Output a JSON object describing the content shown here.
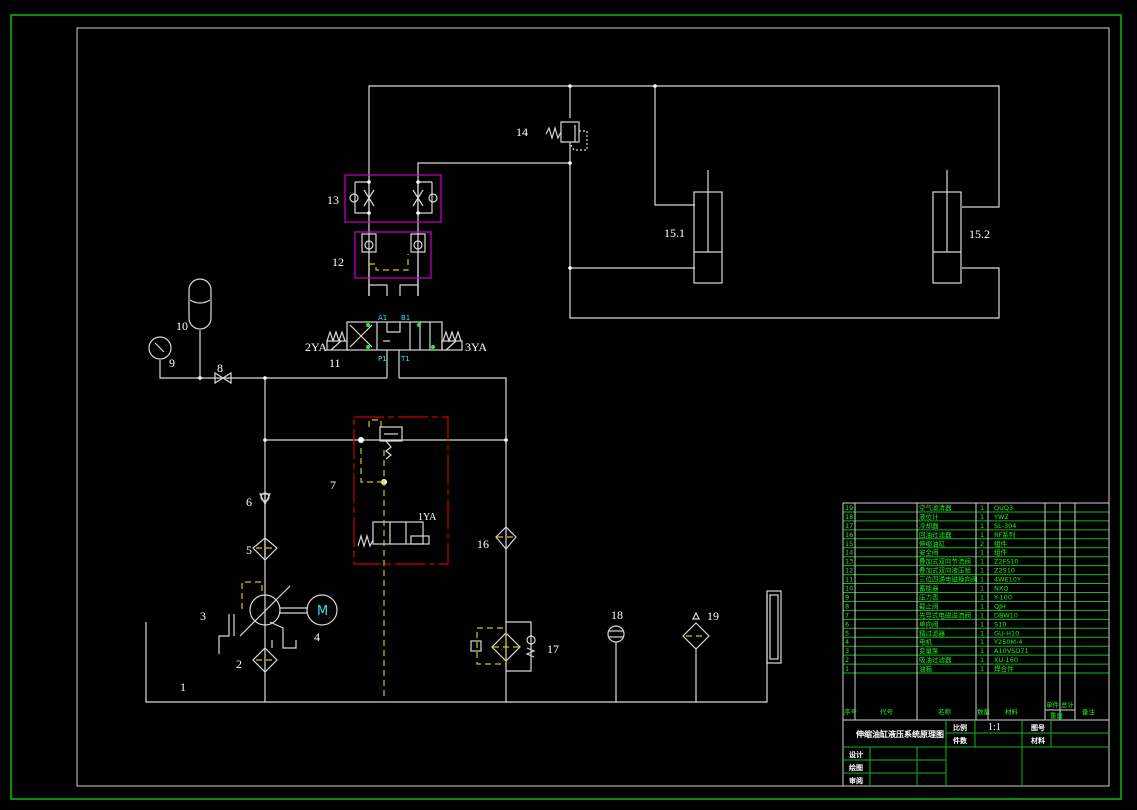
{
  "drawing": {
    "title": "伸缩油缸液压系统原理图",
    "scale_label": "比例",
    "scale_value": "1:1",
    "count_label": "件数",
    "drawing_no_label": "图号",
    "material_label": "材料",
    "signatures": [
      "设计",
      "绘图",
      "审阅"
    ]
  },
  "components": {
    "c1": "1",
    "c2": "2",
    "c3": "3",
    "c4": "4",
    "c5": "5",
    "c6": "6",
    "c7": "7",
    "c8": "8",
    "c9": "9",
    "c10": "10",
    "c11": "11",
    "c12": "12",
    "c13": "13",
    "c14": "14",
    "c15_1": "15.1",
    "c15_2": "15.2",
    "c16": "16",
    "c17": "17",
    "c18": "18",
    "c19": "19",
    "motor": "M",
    "sol_2ya": "2YA",
    "sol_3ya": "3YA",
    "sol_1ya": "1YA",
    "port_a1": "A1",
    "port_b1": "B1",
    "port_p1": "P1",
    "port_t1": "T1"
  },
  "parts_table": {
    "headers": {
      "seq": "序号",
      "code": "代号",
      "name": "名称",
      "qty": "数量",
      "material": "材料",
      "unit": "单件",
      "total": "总计",
      "weight": "重量",
      "remark": "备注"
    },
    "rows": [
      {
        "seq": "19",
        "name": "空气滤清器",
        "qty": "1",
        "model": "QUQ3"
      },
      {
        "seq": "18",
        "name": "液位计",
        "qty": "1",
        "model": "YWZ"
      },
      {
        "seq": "17",
        "name": "冷却器",
        "qty": "1",
        "model": "SL-304"
      },
      {
        "seq": "16",
        "name": "回油过滤器",
        "qty": "1",
        "model": "RF系列"
      },
      {
        "seq": "15",
        "name": "伸缩油缸",
        "qty": "2",
        "model": "组件"
      },
      {
        "seq": "14",
        "name": "安全阀",
        "qty": "1",
        "model": "组件"
      },
      {
        "seq": "13",
        "name": "叠加式双向节流阀",
        "qty": "1",
        "model": "Z2FS10"
      },
      {
        "seq": "12",
        "name": "叠加式双向液压锁",
        "qty": "1",
        "model": "Z2S10"
      },
      {
        "seq": "11",
        "name": "三位四通电磁换向阀",
        "qty": "1",
        "model": "4WE10Y"
      },
      {
        "seq": "10",
        "name": "蓄能器",
        "qty": "1",
        "model": "NXQ"
      },
      {
        "seq": "9",
        "name": "压力表",
        "qty": "1",
        "model": "Y-100"
      },
      {
        "seq": "8",
        "name": "截止阀",
        "qty": "1",
        "model": "QJH"
      },
      {
        "seq": "7",
        "name": "先导式电磁溢流阀",
        "qty": "1",
        "model": "DBW10"
      },
      {
        "seq": "6",
        "name": "单向阀",
        "qty": "1",
        "model": "S10"
      },
      {
        "seq": "5",
        "name": "精过滤器",
        "qty": "1",
        "model": "GU-H10"
      },
      {
        "seq": "4",
        "name": "电机",
        "qty": "1",
        "model": "Y250M-4"
      },
      {
        "seq": "3",
        "name": "变量泵",
        "qty": "1",
        "model": "A10VSO71"
      },
      {
        "seq": "2",
        "name": "吸油过滤器",
        "qty": "1",
        "model": "XU-160"
      },
      {
        "seq": "1",
        "name": "油箱",
        "qty": "1",
        "model": "焊合件"
      }
    ]
  },
  "colors": {
    "frame_outer": "#11bb11",
    "frame_inner": "#d0d0d0",
    "line": "#d8d8d8",
    "pilot": "#cccc00",
    "valve_block": "#cc00cc",
    "relief_block": "#cc0000",
    "table_text": "#22ee22",
    "port_text": "#33e0e0"
  }
}
